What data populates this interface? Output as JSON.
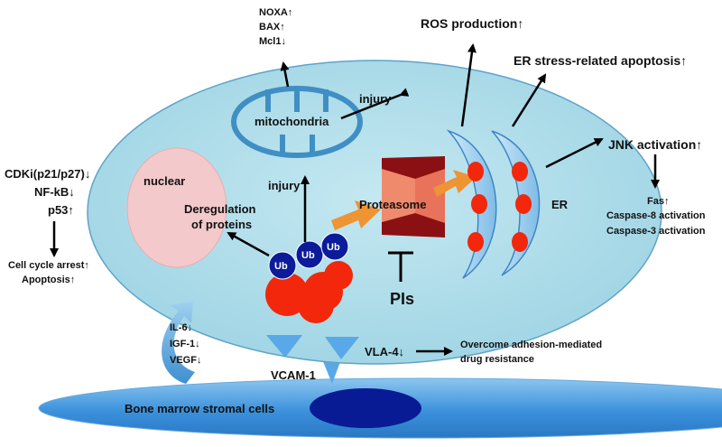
{
  "colors": {
    "cell_fill": "#a9dbe8",
    "cell_stroke": "#5ea3c9",
    "mito_stroke": "#3f8fc4",
    "er_fill": "#a7d3ef",
    "er_stroke": "#3d87c6",
    "red_dot": "#f2270c",
    "ub_blue": "#0b1b9a",
    "nucleus_fill": "#f3c9cb",
    "proteasome_light": "#f08a6c",
    "proteasome_dark": "#8b1014",
    "orange": "#ee9434",
    "stromal_blue": "#3b91dc",
    "stromal_dark": "#081b94"
  },
  "labels": {
    "noxa": "NOXA↑",
    "bax": "BAX↑",
    "mcl1": "Mcl1↓",
    "ros": "ROS production↑",
    "er_stress": "ER stress-related apoptosis↑",
    "injury_mito": "injury",
    "mitochondria": "mitochondria",
    "jnk": "JNK activation↑",
    "fas": "Fas↑",
    "caspase8": "Caspase-8 activation",
    "caspase3": "Caspase-3 activation",
    "cdki": "CDKi(p21/p27)↓",
    "nfkb": "NF-kB↓",
    "p53": "p53↑",
    "cell_cycle": "Cell cycle arrest↑",
    "apoptosis": "Apoptosis↑",
    "nuclear": "nuclear",
    "deregulation_1": "Deregulation",
    "deregulation_2": "of proteins",
    "injury_center": "injury",
    "proteasome": "Proteasome",
    "er": "ER",
    "ub": "Ub",
    "pis": "PIs",
    "il6": "IL-6↓",
    "igf1": "IGF-1↓",
    "vegf": "VEGF↓",
    "vla4": "VLA-4↓",
    "overcome_1": "Overcome adhesion-mediated",
    "overcome_2": "drug resistance",
    "vcam": "VCAM-1",
    "stromal": "Bone marrow stromal cells"
  }
}
